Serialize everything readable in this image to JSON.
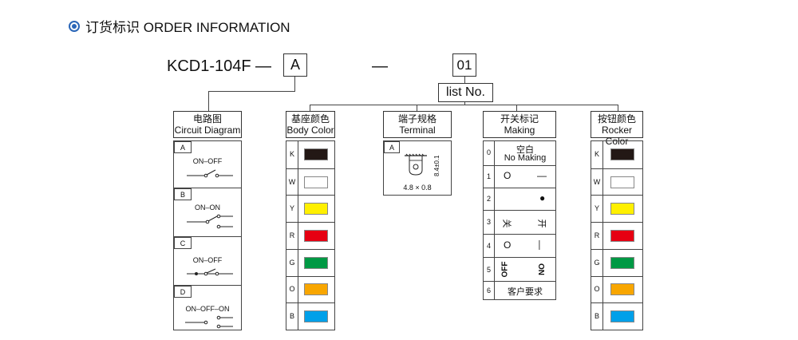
{
  "title": "订货标识 ORDER INFORMATION",
  "model": "KCD1-104F",
  "dash1": "—",
  "dash2": "—",
  "code_a": "A",
  "code_01": "01",
  "list_no": "list No.",
  "circuit": {
    "header_cn": "电路图",
    "header_en": "Circuit Diagram",
    "rows": [
      {
        "code": "A",
        "label": "ON–OFF"
      },
      {
        "code": "B",
        "label": "ON–ON"
      },
      {
        "code": "C",
        "label": "ON–OFF"
      },
      {
        "code": "D",
        "label": "ON–OFF–ON"
      }
    ]
  },
  "body_color": {
    "header_cn": "基座颜色",
    "header_en": "Body Color",
    "rows": [
      {
        "code": "K",
        "color": "#231815"
      },
      {
        "code": "W",
        "color": "#ffffff"
      },
      {
        "code": "Y",
        "color": "#fff000"
      },
      {
        "code": "R",
        "color": "#e60012"
      },
      {
        "code": "G",
        "color": "#009944"
      },
      {
        "code": "O",
        "color": "#f8a600"
      },
      {
        "code": "B",
        "color": "#00a0e9"
      }
    ]
  },
  "terminal": {
    "header_cn": "端子规格",
    "header_en": "Terminal",
    "code": "A",
    "dim_v": "8.4±0.1",
    "dim_h": "4.8 × 0.8"
  },
  "making": {
    "header_cn": "开关标记",
    "header_en": "Making",
    "rows": [
      {
        "code": "0",
        "left": "空白",
        "right": "No Making"
      },
      {
        "code": "1",
        "left": "O",
        "right": "—"
      },
      {
        "code": "2",
        "left": "",
        "right": "●"
      },
      {
        "code": "3",
        "left": "关",
        "right": "开"
      },
      {
        "code": "4",
        "left": "O",
        "right": "—"
      },
      {
        "code": "5",
        "left": "OFF",
        "right": "ON"
      },
      {
        "code": "6",
        "left": "客户要求",
        "right": ""
      }
    ]
  },
  "rocker_color": {
    "header_cn": "按钮颜色",
    "header_en": "Rocker Color",
    "rows": [
      {
        "code": "K",
        "color": "#231815"
      },
      {
        "code": "W",
        "color": "#ffffff"
      },
      {
        "code": "Y",
        "color": "#fff000"
      },
      {
        "code": "R",
        "color": "#e60012"
      },
      {
        "code": "G",
        "color": "#009944"
      },
      {
        "code": "O",
        "color": "#f8a600"
      },
      {
        "code": "B",
        "color": "#00a0e9"
      }
    ]
  },
  "colors": {
    "accent": "#2a66b8",
    "line": "#444444"
  }
}
